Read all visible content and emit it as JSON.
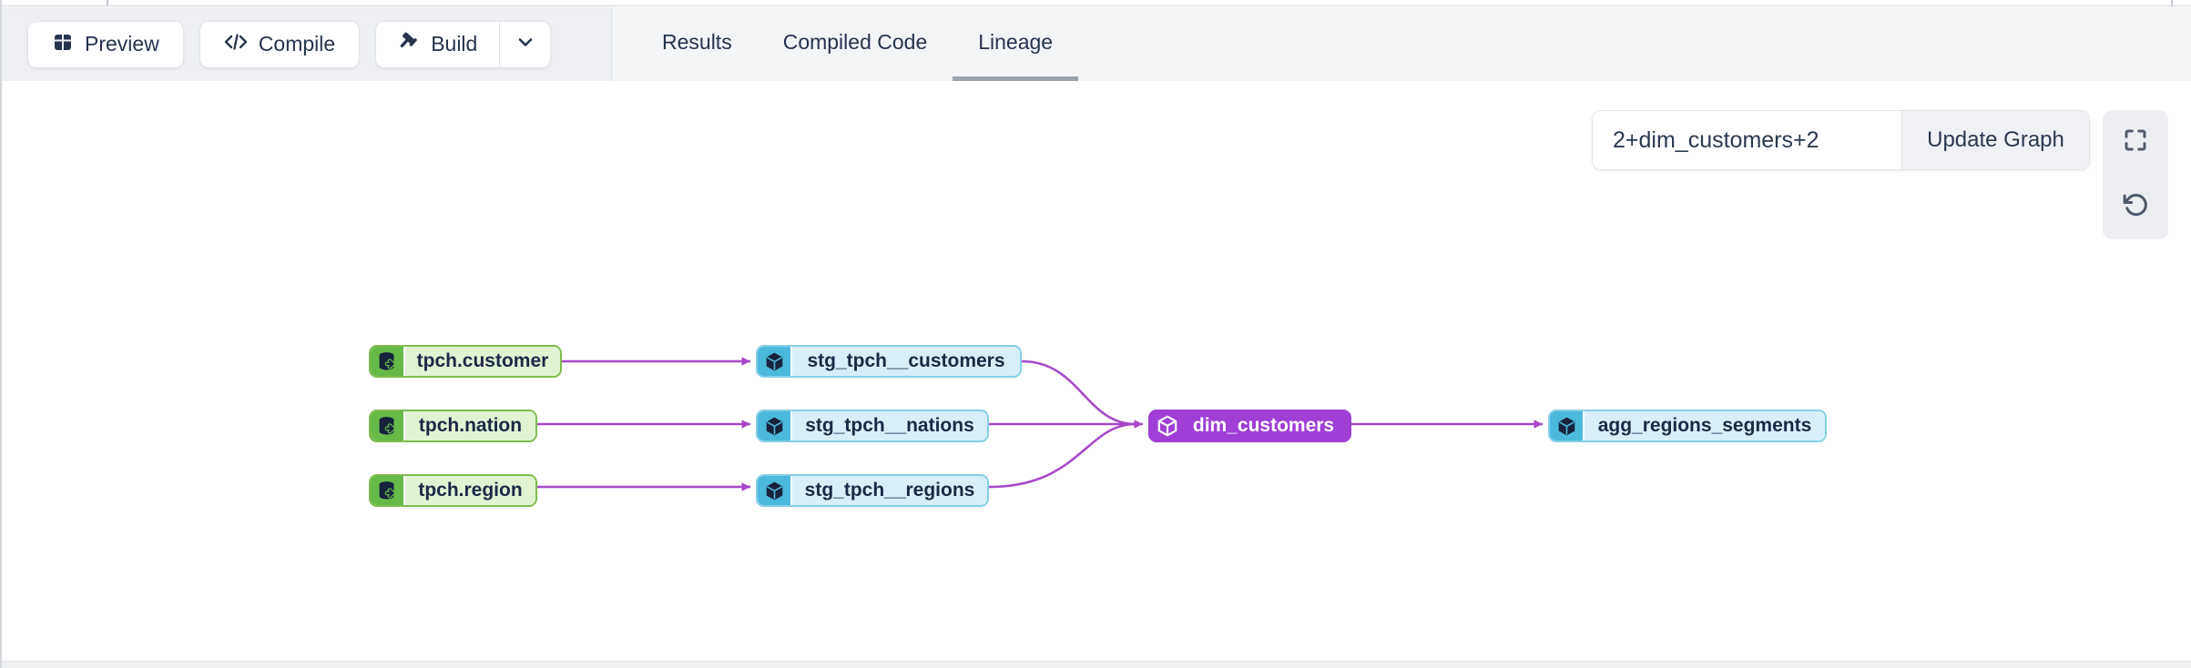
{
  "toolbar": {
    "preview_label": "Preview",
    "compile_label": "Compile",
    "build_label": "Build"
  },
  "result_tabs": [
    {
      "label": "Results",
      "active": false
    },
    {
      "label": "Compiled Code",
      "active": false
    },
    {
      "label": "Lineage",
      "active": true
    }
  ],
  "lineage_controls": {
    "selector_value": "2+dim_customers+2",
    "update_button_label": "Update Graph"
  },
  "graph": {
    "nodes": [
      {
        "label": "tpch.customer",
        "type": "source"
      },
      {
        "label": "tpch.nation",
        "type": "source"
      },
      {
        "label": "tpch.region",
        "type": "source"
      },
      {
        "label": "stg_tpch__customers",
        "type": "model"
      },
      {
        "label": "stg_tpch__nations",
        "type": "model"
      },
      {
        "label": "stg_tpch__regions",
        "type": "model"
      },
      {
        "label": "dim_customers",
        "type": "model-selected"
      },
      {
        "label": "agg_regions_segments",
        "type": "model"
      }
    ],
    "edges": [
      [
        "tpch.customer",
        "stg_tpch__customers"
      ],
      [
        "tpch.nation",
        "stg_tpch__nations"
      ],
      [
        "tpch.region",
        "stg_tpch__regions"
      ],
      [
        "stg_tpch__customers",
        "dim_customers"
      ],
      [
        "stg_tpch__nations",
        "dim_customers"
      ],
      [
        "stg_tpch__regions",
        "dim_customers"
      ],
      [
        "dim_customers",
        "agg_regions_segments"
      ]
    ]
  },
  "colors": {
    "edge_purple": "#a648c8",
    "selected_node_purple": "#a13ed6",
    "source_green": "#65ba48",
    "source_green_light": "#e2f3d4",
    "source_border_green": "#7fbb4e",
    "model_cyan": "#4cb9dc",
    "model_blue_light": "#d8effa",
    "model_border_blue": "#86cfe7",
    "toolbar_bg": "#edeff2",
    "tabs_bg": "#f3f4f6",
    "text_navy": "#26334d",
    "active_tab_underline": "#9aa2ad"
  }
}
